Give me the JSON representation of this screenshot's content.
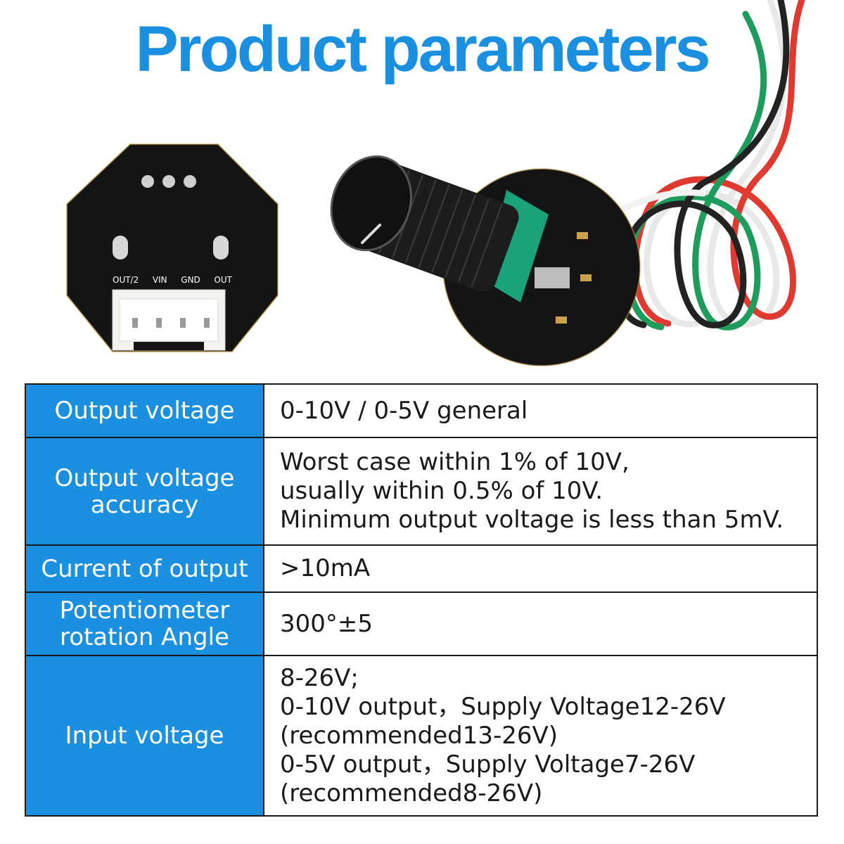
{
  "header": {
    "title": "Product parameters"
  },
  "board_labels": [
    "OUT/2",
    "VIN",
    "GND",
    "OUT"
  ],
  "colors": {
    "accent": "#1b8fe0",
    "board": "#141414",
    "connector": "#f2f2ee",
    "knob_marker": "#dddddd"
  },
  "table": {
    "rows": [
      {
        "key": [
          "Output voltage"
        ],
        "value": [
          "0-10V / 0-5V general"
        ]
      },
      {
        "key": [
          "Output voltage",
          "accuracy"
        ],
        "value": [
          "Worst case within 1% of 10V,",
          "usually within 0.5% of 10V.",
          "Minimum output voltage is less than 5mV."
        ]
      },
      {
        "key": [
          "Current of output"
        ],
        "value": [
          ">10mA"
        ]
      },
      {
        "key": [
          "Potentiometer",
          "rotation Angle"
        ],
        "value": [
          "300°±5"
        ]
      },
      {
        "key": [
          "Input voltage"
        ],
        "value": [
          "8-26V;",
          "0-10V output，Supply Voltage12-26V",
          "(recommended13-26V)",
          "0-5V output，Supply Voltage7-26V",
          "(recommended8-26V)"
        ]
      }
    ]
  }
}
